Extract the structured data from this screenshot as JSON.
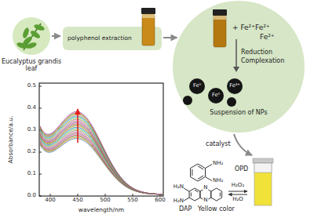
{
  "diagram": {
    "nodes": [
      {
        "text": [
          "Eucalyptus grandis leaf"
        ]
      },
      {
        "text": [
          "polyphenol extraction"
        ]
      },
      {
        "text": [
          "+ Fe²⁺Fe²⁺",
          "Fe²⁺",
          "Reduction",
          "Complexation",
          "Suspension of NPs"
        ]
      },
      {
        "text": [
          "Fe⁰"
        ],
        "in": 2
      },
      {
        "text": [
          "Fe⁰"
        ],
        "in": 2
      },
      {
        "text": [
          "Fe³⁺"
        ],
        "in": 2
      }
    ],
    "edges": [
      {
        "from": 0,
        "to": 1,
        "arrow": "to"
      },
      {
        "from": 1,
        "to": 2,
        "arrow": "to"
      }
    ],
    "labels": [
      "catalyst",
      "NH₂",
      "NH₂",
      "OPD",
      "H₂O₂",
      "H₂O",
      "H₂N",
      "H₂N",
      "N",
      "N",
      "DAP",
      "Yellow color",
      "0.5",
      "0.4",
      "0.3",
      "0.2",
      "0.1",
      "0.0",
      "400",
      "450",
      "500",
      "550",
      "600",
      "Absorbance/a.u.",
      "wavelength/nm"
    ]
  }
}
